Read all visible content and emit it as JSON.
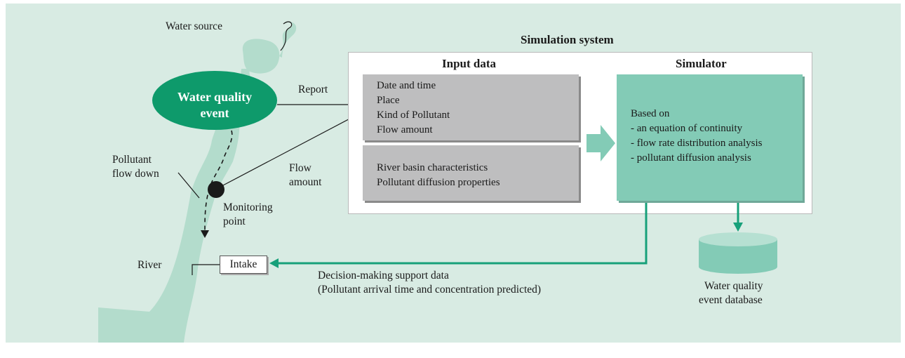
{
  "colors": {
    "background": "#d8ebe3",
    "river": "#b3dccc",
    "event": "#0e9a6b",
    "simulator": "#83cbb6",
    "input_box": "#bebebf",
    "green_arrow": "#17a07a"
  },
  "labels": {
    "water_source": "Water source",
    "event_line1": "Water quality",
    "event_line2": "event",
    "report": "Report",
    "pollutant_line1": "Pollutant",
    "pollutant_line2": "flow down",
    "flow_line1": "Flow",
    "flow_line2": "amount",
    "monitoring_line1": "Monitoring",
    "monitoring_line2": "point",
    "river": "River",
    "intake": "Intake"
  },
  "system": {
    "title": "Simulation system",
    "input_title": "Input data",
    "simulator_title": "Simulator",
    "input_items": [
      "Date and time",
      "Place",
      "Kind of Pollutant",
      "Flow amount"
    ],
    "input_items2": [
      "River basin characteristics",
      "Pollutant diffusion properties"
    ],
    "simulator_items": [
      "Based on",
      "- an equation of continuity",
      "- flow rate distribution analysis",
      "- pollutant diffusion analysis"
    ]
  },
  "output": {
    "line1": "Decision-making support data",
    "line2": "(Pollutant arrival time and concentration predicted)"
  },
  "database": {
    "line1": "Water quality",
    "line2": "event database"
  }
}
